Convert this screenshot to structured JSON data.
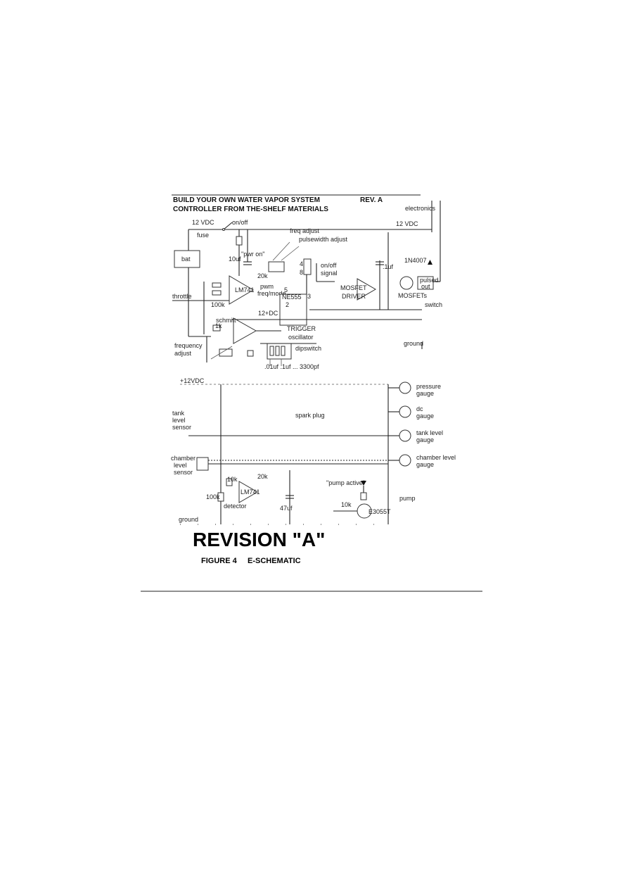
{
  "header": {
    "title_line1": "BUILD YOUR OWN WATER VAPOR SYSTEM",
    "title_line2": "CONTROLLER FROM THE-SHELF MATERIALS",
    "rev": "REV. A"
  },
  "top_labels": {
    "electronics": "electronics",
    "vdc_left": "12 VDC",
    "vdc_right": "12 VDC",
    "fuse": "fuse",
    "onoff": "on/off",
    "bat": "bat",
    "pwr_on": "\"pwr on\"",
    "throttle": "throttle",
    "onoff_signal_1": "on/off",
    "onoff_signal_2": "signal",
    "mosfets": "MOSFETs",
    "pulse_out_1": "pulsed",
    "pulse_out_2": "out",
    "switch": "switch",
    "ground": "ground",
    "freq_adjust_1": "frequency",
    "freq_adjust_2": "adjust",
    "trigger": "TRIGGER",
    "oscillator": "oscillator",
    "driver_1": "MOSFET",
    "driver_2": "DRIVER",
    "ne555": "NE555",
    "dipswitch": "dipswitch",
    "pw_adjust": "pulsewidth adjust",
    "freq_adjust_top": "freq adjust"
  },
  "bottom_labels": {
    "vdc": "+12VDC",
    "tank_level_1": "tank",
    "tank_level_2": "level",
    "tank_level_3": "sensor",
    "spark_plug": "spark plug",
    "chamber_level_1": "chamber",
    "chamber_level_2": "level",
    "chamber_level_3": "sensor",
    "detector": "detector",
    "ground": "ground",
    "pump_active": "\"pump active\"",
    "pump": "pump",
    "transistor": "E3055T",
    "r10k": "10k",
    "gauge_pressure_1": "pressure",
    "gauge_pressure_2": "gauge",
    "gauge_dc_1": "dc",
    "gauge_dc_2": "gauge",
    "gauge_tank_1": "tank level",
    "gauge_tank_2": "gauge",
    "gauge_chamber_1": "chamber level",
    "gauge_chamber_2": "gauge"
  },
  "footer": {
    "revision": "REVISION \"A\"",
    "figure_label": "FIGURE 4",
    "figure_caption": "E-SCHEMATIC"
  }
}
